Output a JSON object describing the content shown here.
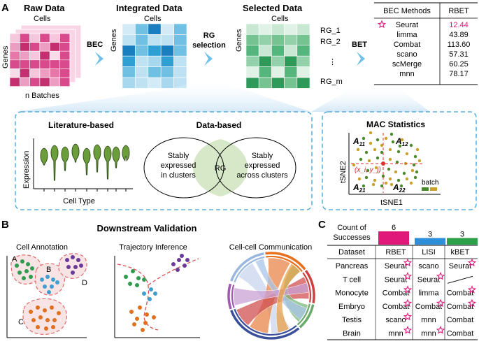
{
  "panel_a": {
    "label": "A",
    "raw_data": {
      "title": "Raw Data",
      "x_label": "Cells",
      "y_label": "Genes",
      "batches_label": "n Batches"
    },
    "bec_label": "BEC",
    "integrated": {
      "title": "Integrated Data",
      "x_label": "Cells",
      "y_label": "Genes"
    },
    "rg_selection_line1": "RG",
    "rg_selection_line2": "selection",
    "selected": {
      "title": "Selected Data",
      "x_label": "Cells",
      "y_label": "Genes",
      "rows": [
        "RG_1",
        "RG_2",
        "⋮",
        "RG_m"
      ]
    },
    "bet_label": "BET",
    "bec_table": {
      "headers": [
        "BEC Methods",
        "RBET"
      ],
      "rows": [
        {
          "method": "Seurat",
          "value": "12.44",
          "highlight": true
        },
        {
          "method": "limma",
          "value": "43.89"
        },
        {
          "method": "Combat",
          "value": "113.60"
        },
        {
          "method": "scano",
          "value": "57.31"
        },
        {
          "method": "scMerge",
          "value": "60.25"
        },
        {
          "method": "mnn",
          "value": "78.17"
        }
      ],
      "highlight_color": "#e0187a"
    },
    "literature": {
      "title": "Literature-based",
      "y_label": "Expression",
      "x_label": "Cell Type"
    },
    "data_based": {
      "title": "Data-based",
      "left": [
        "Stably",
        "expressed",
        "in clusters"
      ],
      "center": "RG",
      "right": [
        "Stably",
        "expressed",
        "across clusters"
      ]
    },
    "mac": {
      "title": "MAC Statistics",
      "y_label": "tSNE2",
      "x_label": "tSNE1",
      "q11": "A",
      "q11_sub": "11",
      "q12": "A",
      "q12_sub": "12",
      "q21": "A",
      "q21_sub": "21",
      "q22": "A",
      "q22_sub": "22",
      "point": "(x_i, y_j)",
      "batch_label": "batch"
    }
  },
  "panel_b": {
    "label": "B",
    "title": "Downstream Validation",
    "cell_annotation": {
      "title": "Cell Annotation",
      "clusters": [
        "A",
        "B",
        "C",
        "D"
      ]
    },
    "trajectory": {
      "title": "Trajectory Inference"
    },
    "communication": {
      "title": "Cell-cell Communication"
    }
  },
  "panel_c": {
    "label": "C",
    "count_label_line1": "Count of",
    "count_label_line2": "Successes",
    "bars": [
      {
        "metric": "RBET",
        "count": 6,
        "color": "#e0187a"
      },
      {
        "metric": "LISI",
        "count": 3,
        "color": "#2e8fd8"
      },
      {
        "metric": "kBET",
        "count": 3,
        "color": "#2ea04a"
      }
    ],
    "headers": [
      "Dataset",
      "RBET",
      "LISI",
      "kBET"
    ],
    "rows": [
      {
        "dataset": "Pancreas",
        "cells": [
          {
            "v": "Seurat",
            "star": true
          },
          {
            "v": "scano",
            "star": false
          },
          {
            "v": "Seurat",
            "star": true
          }
        ]
      },
      {
        "dataset": "T cell",
        "cells": [
          {
            "v": "Seurat",
            "star": true
          },
          {
            "v": "Seurat",
            "star": true
          },
          {
            "v": "",
            "star": false,
            "dash": true
          }
        ]
      },
      {
        "dataset": "Monocyte",
        "cells": [
          {
            "v": "Combat",
            "star": true
          },
          {
            "v": "limma",
            "star": false
          },
          {
            "v": "Combat",
            "star": true
          }
        ]
      },
      {
        "dataset": "Embryo",
        "cells": [
          {
            "v": "Combat",
            "star": true
          },
          {
            "v": "Combat",
            "star": true
          },
          {
            "v": "Combat",
            "star": true
          }
        ]
      },
      {
        "dataset": "Testis",
        "cells": [
          {
            "v": "scano",
            "star": true
          },
          {
            "v": "mnn",
            "star": false
          },
          {
            "v": "Combat",
            "star": false
          }
        ]
      },
      {
        "dataset": "Brain",
        "cells": [
          {
            "v": "mnn",
            "star": true
          },
          {
            "v": "mnn",
            "star": true
          },
          {
            "v": "Combat",
            "star": false
          }
        ]
      }
    ]
  }
}
